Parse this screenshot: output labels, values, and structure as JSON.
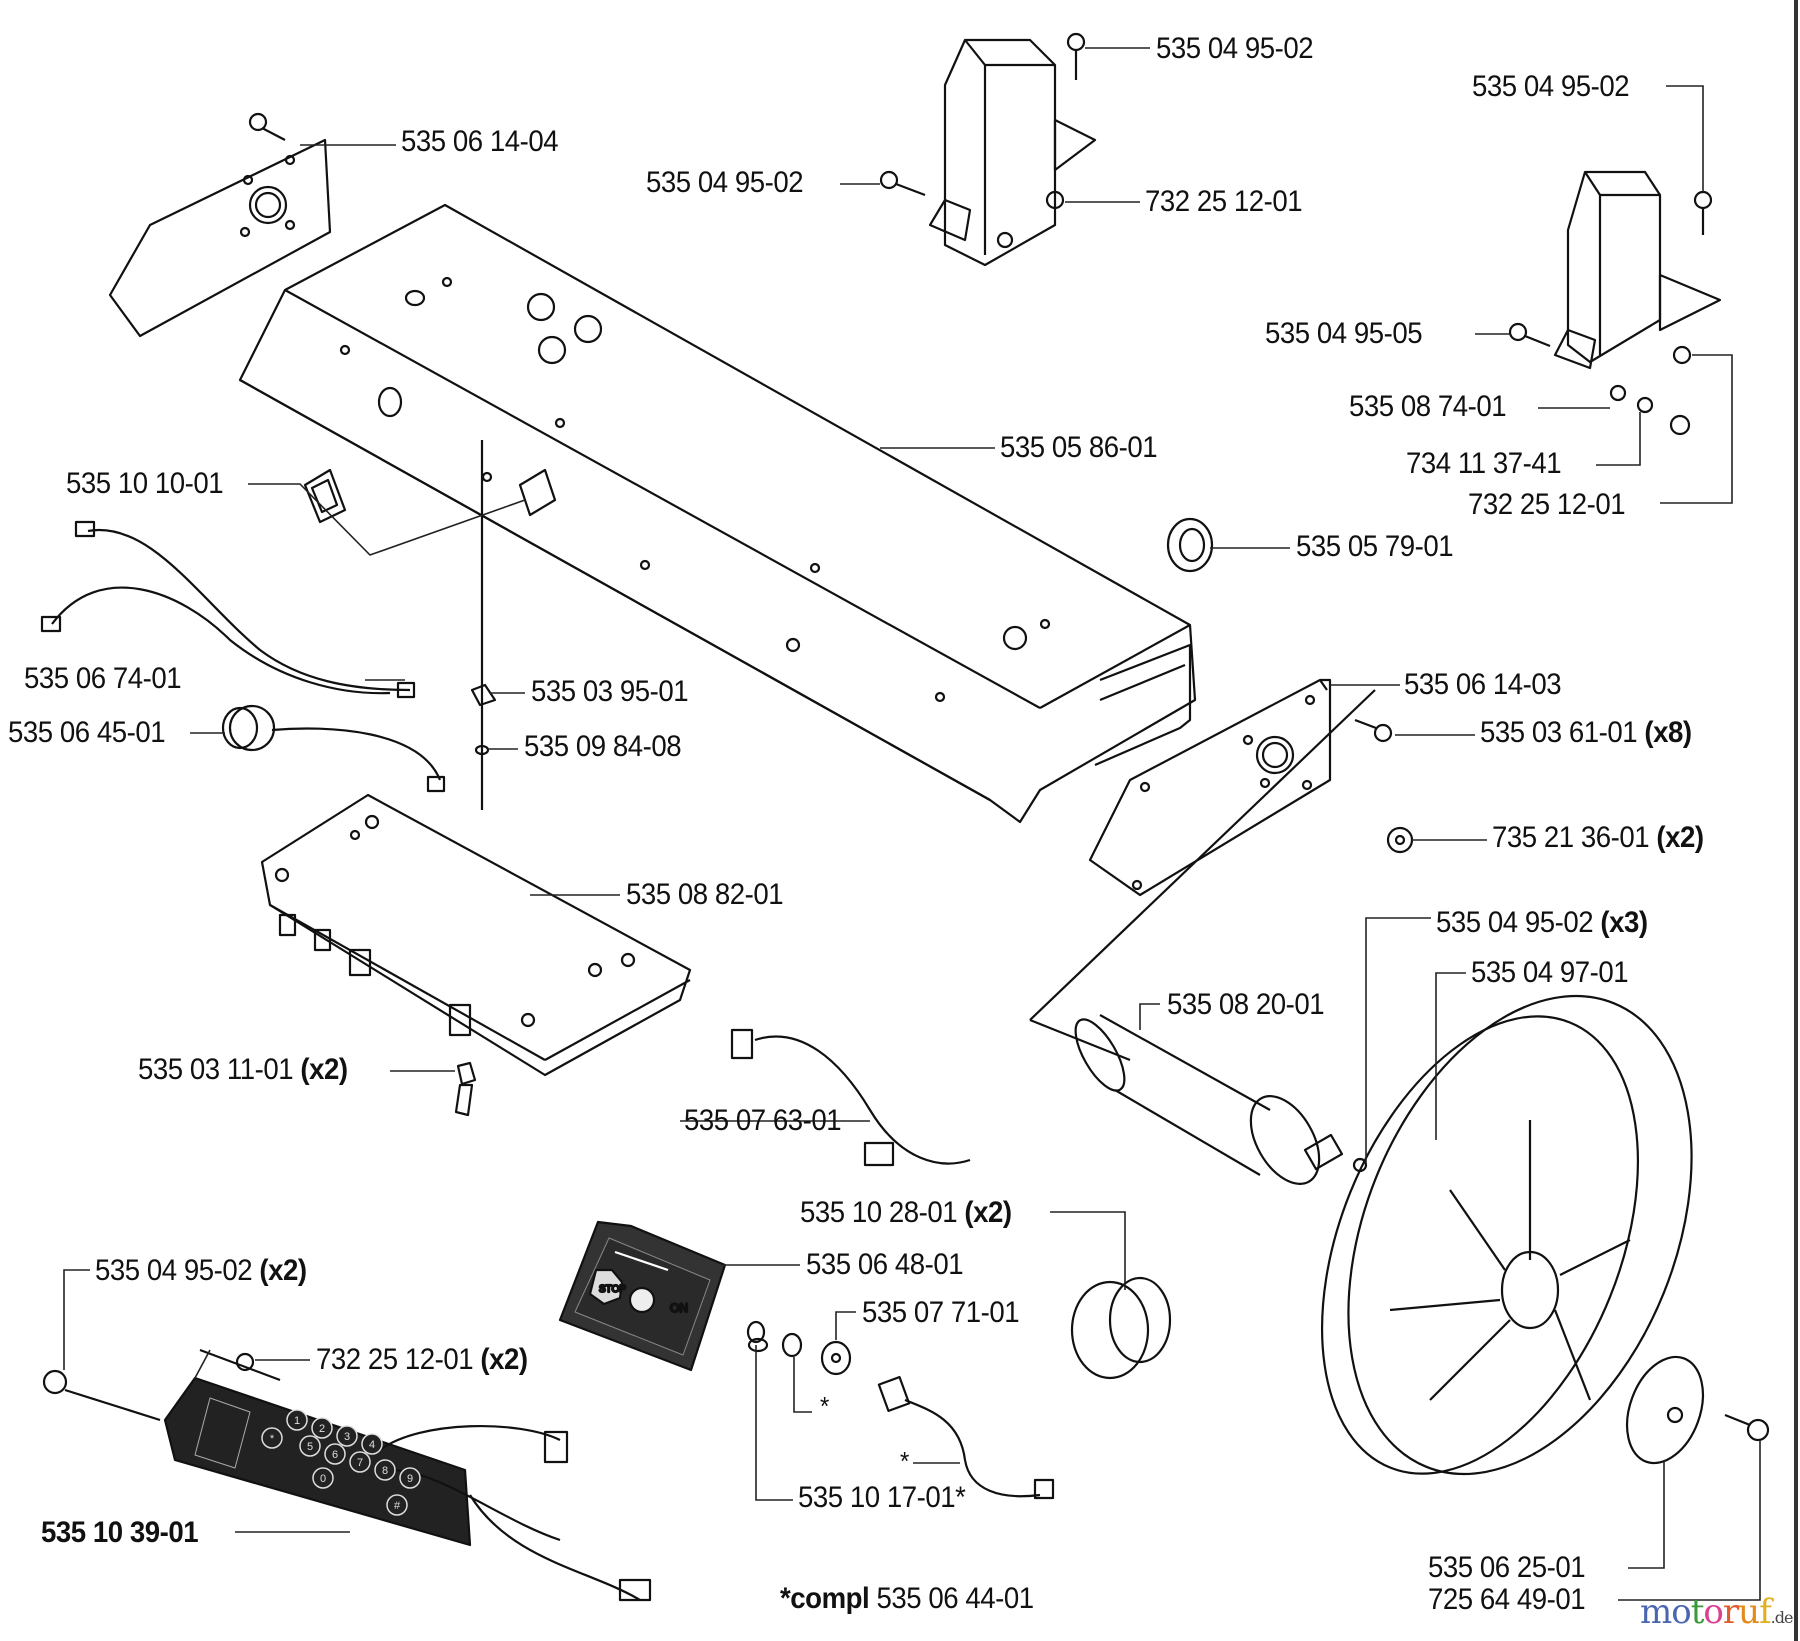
{
  "diagram": {
    "labels": [
      {
        "id": "l1",
        "part": "535 06 14-04",
        "qty": ""
      },
      {
        "id": "l2",
        "part": "535 04 95-02",
        "qty": ""
      },
      {
        "id": "l3",
        "part": "535 04 95-02",
        "qty": ""
      },
      {
        "id": "l4",
        "part": "732 25 12-01",
        "qty": ""
      },
      {
        "id": "l5",
        "part": "535 04 95-02",
        "qty": ""
      },
      {
        "id": "l6",
        "part": "535 04 95-05",
        "qty": ""
      },
      {
        "id": "l7",
        "part": "535 08 74-01",
        "qty": ""
      },
      {
        "id": "l8",
        "part": "734 11 37-41",
        "qty": ""
      },
      {
        "id": "l9",
        "part": "732 25 12-01",
        "qty": ""
      },
      {
        "id": "l10",
        "part": "535 05 86-01",
        "qty": ""
      },
      {
        "id": "l11",
        "part": "535 10 10-01",
        "qty": ""
      },
      {
        "id": "l12",
        "part": "535 05 79-01",
        "qty": ""
      },
      {
        "id": "l13",
        "part": "535 06 74-01",
        "qty": ""
      },
      {
        "id": "l14",
        "part": "535 03 95-01",
        "qty": ""
      },
      {
        "id": "l15",
        "part": "535 06 14-03",
        "qty": ""
      },
      {
        "id": "l16",
        "part": "535 03 61-01",
        "qty": "(x8)"
      },
      {
        "id": "l17",
        "part": "535 06 45-01",
        "qty": ""
      },
      {
        "id": "l18",
        "part": "535 09 84-08",
        "qty": ""
      },
      {
        "id": "l19",
        "part": "735 21 36-01",
        "qty": "(x2)"
      },
      {
        "id": "l20",
        "part": "535 08 82-01",
        "qty": ""
      },
      {
        "id": "l21",
        "part": "535 04 95-02",
        "qty": "(x3)"
      },
      {
        "id": "l22",
        "part": "535 04 97-01",
        "qty": ""
      },
      {
        "id": "l23",
        "part": "535 08 20-01",
        "qty": ""
      },
      {
        "id": "l24",
        "part": "535 03 11-01",
        "qty": "(x2)"
      },
      {
        "id": "l25",
        "part": "535 07 63-01",
        "qty": ""
      },
      {
        "id": "l26",
        "part": "535 10 28-01",
        "qty": "(x2)"
      },
      {
        "id": "l27",
        "part": "535 06 48-01",
        "qty": ""
      },
      {
        "id": "l28",
        "part": "535 04 95-02",
        "qty": "(x2)"
      },
      {
        "id": "l29",
        "part": "535 07 71-01",
        "qty": ""
      },
      {
        "id": "l30",
        "part": "732 25 12-01",
        "qty": "(x2)"
      },
      {
        "id": "l31",
        "part": "535 10 17-01*",
        "qty": ""
      },
      {
        "id": "l32",
        "part": "535 10 39-01",
        "qty": ""
      },
      {
        "id": "l33",
        "part": "535 06 25-01",
        "qty": ""
      },
      {
        "id": "l34",
        "part": "725 64 49-01",
        "qty": ""
      }
    ],
    "footnote": {
      "prefix": "*compl",
      "part": "535 06 44-01"
    },
    "asterisks": [
      "*",
      "*"
    ],
    "panel_text": {
      "stop": "STOP",
      "on": "ON"
    },
    "keypad_keys": [
      "1",
      "2",
      "3",
      "4",
      "5",
      "6",
      "7",
      "8",
      "9",
      "0",
      "*",
      "#"
    ]
  },
  "watermark": {
    "letters": [
      {
        "ch": "m",
        "color": "#4a66b0"
      },
      {
        "ch": "o",
        "color": "#4a66b0"
      },
      {
        "ch": "t",
        "color": "#3a9a3a"
      },
      {
        "ch": "o",
        "color": "#d9418f"
      },
      {
        "ch": "r",
        "color": "#e35a2b"
      },
      {
        "ch": "u",
        "color": "#e38a1b"
      },
      {
        "ch": "f",
        "color": "#e0b020"
      }
    ],
    "tld": ".de"
  }
}
